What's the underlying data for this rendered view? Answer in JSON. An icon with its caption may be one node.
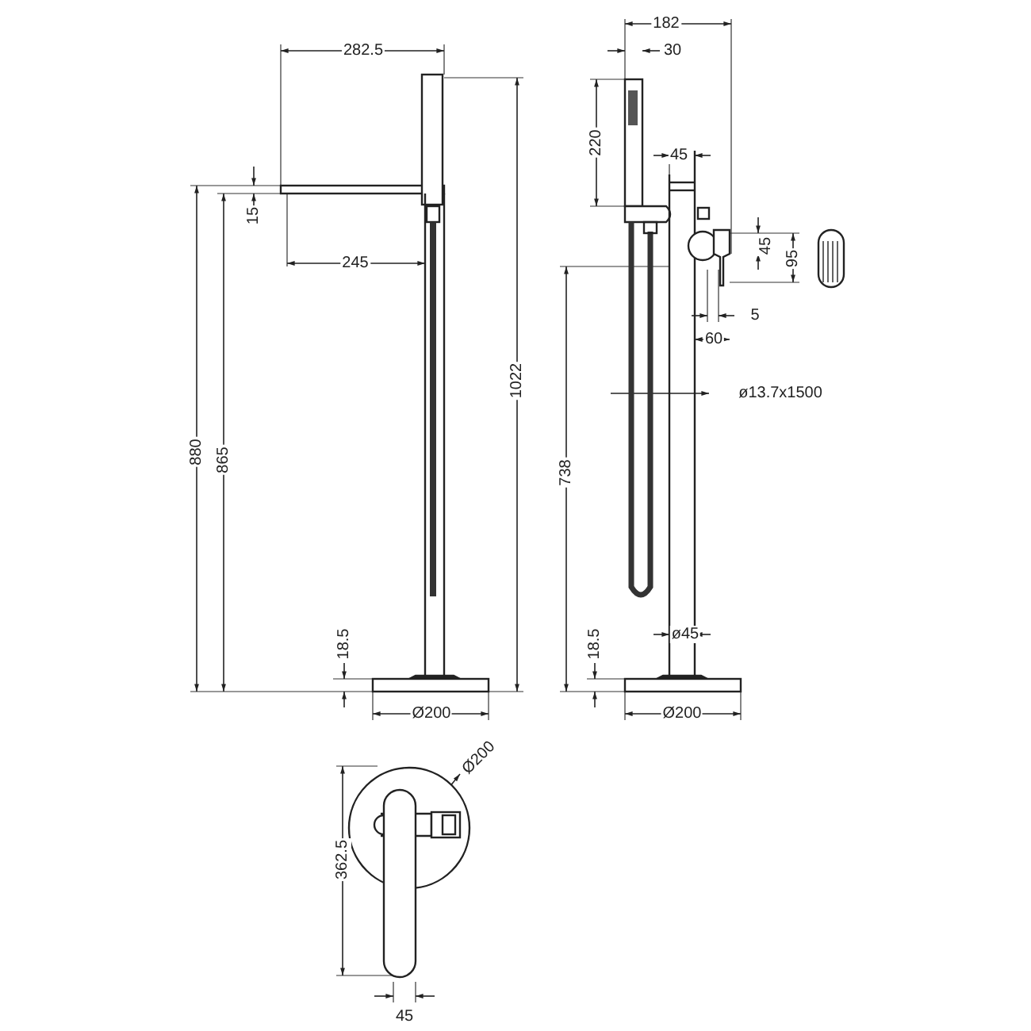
{
  "diagram": {
    "labels": [
      "182",
      "282.5",
      "30",
      "220",
      "45",
      "15",
      "45",
      "95",
      "245",
      "5",
      "60",
      "ø13.7x1500",
      "1022",
      "880",
      "865",
      "738",
      "ø45",
      "18.5",
      "18.5",
      "Ø200",
      "Ø200",
      "Ø200",
      "362.5",
      "45"
    ]
  }
}
